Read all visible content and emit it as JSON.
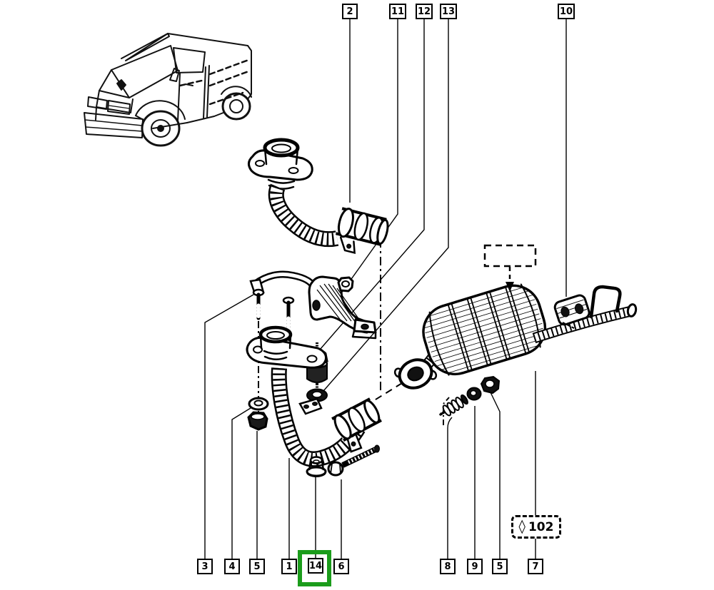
{
  "diagram": {
    "kind": "exploded-parts-diagram"
  },
  "callouts": {
    "top": [
      {
        "label": "2"
      },
      {
        "label": "11"
      },
      {
        "label": "12"
      },
      {
        "label": "13"
      },
      {
        "label": "10"
      }
    ],
    "bottom": [
      {
        "label": "3"
      },
      {
        "label": "4"
      },
      {
        "label": "5"
      },
      {
        "label": "1"
      },
      {
        "label": "14"
      },
      {
        "label": "6"
      },
      {
        "label": "8"
      },
      {
        "label": "9"
      },
      {
        "label": "5"
      },
      {
        "label": "7"
      }
    ]
  },
  "highlight": {
    "target_label": "14",
    "color": "#1b9c1b"
  },
  "reference_box": {
    "symbol": "◊",
    "label": "102"
  },
  "colors": {
    "background": "#ffffff",
    "line": "#000000"
  }
}
